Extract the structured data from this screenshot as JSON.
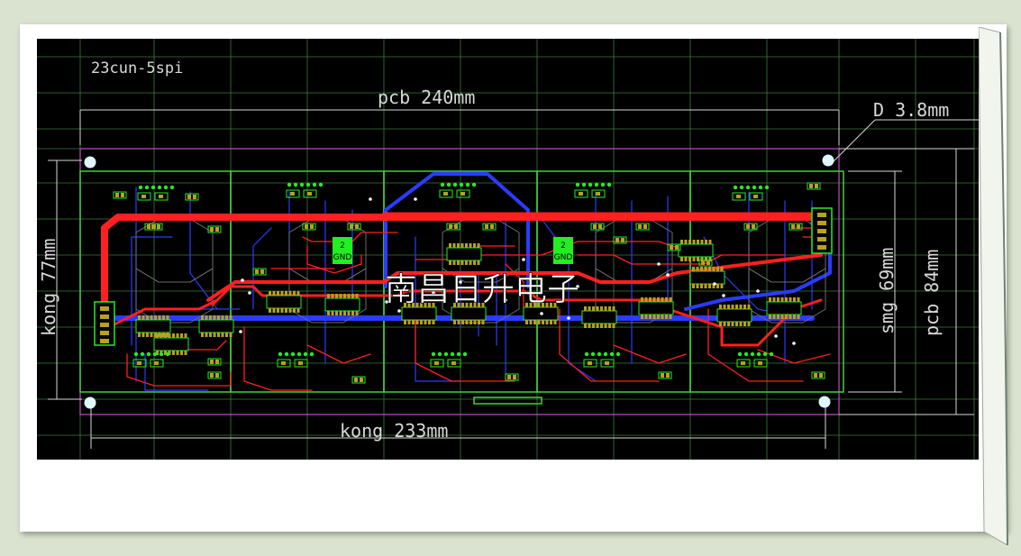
{
  "board": {
    "design_name": "23cun-5spi",
    "watermark": "南昌日升电子",
    "pcb_width_label": "pcb  240mm",
    "hole_diameter_label": "D 3.8mm",
    "hole_height_label": "kong 77mm",
    "smg_height_label": "smg 69mm",
    "pcb_height_label": "pcb 84mm",
    "hole_width_label": "kong 233mm",
    "gnd_pads": [
      {
        "num": "2",
        "label": "GND"
      },
      {
        "num": "2",
        "label": "GND"
      }
    ]
  },
  "colors": {
    "background": "#000000",
    "grid": "#3c7d3c",
    "top_copper": "#ff2020",
    "bottom_copper": "#2a3cff",
    "board_outline": "#c050c0",
    "digit_outline": "#40d040",
    "pad": "#b8a020",
    "silk_pad": "#22ee22",
    "dimension": "#d8d8d8",
    "mounting_hole": "#dff6ff"
  }
}
